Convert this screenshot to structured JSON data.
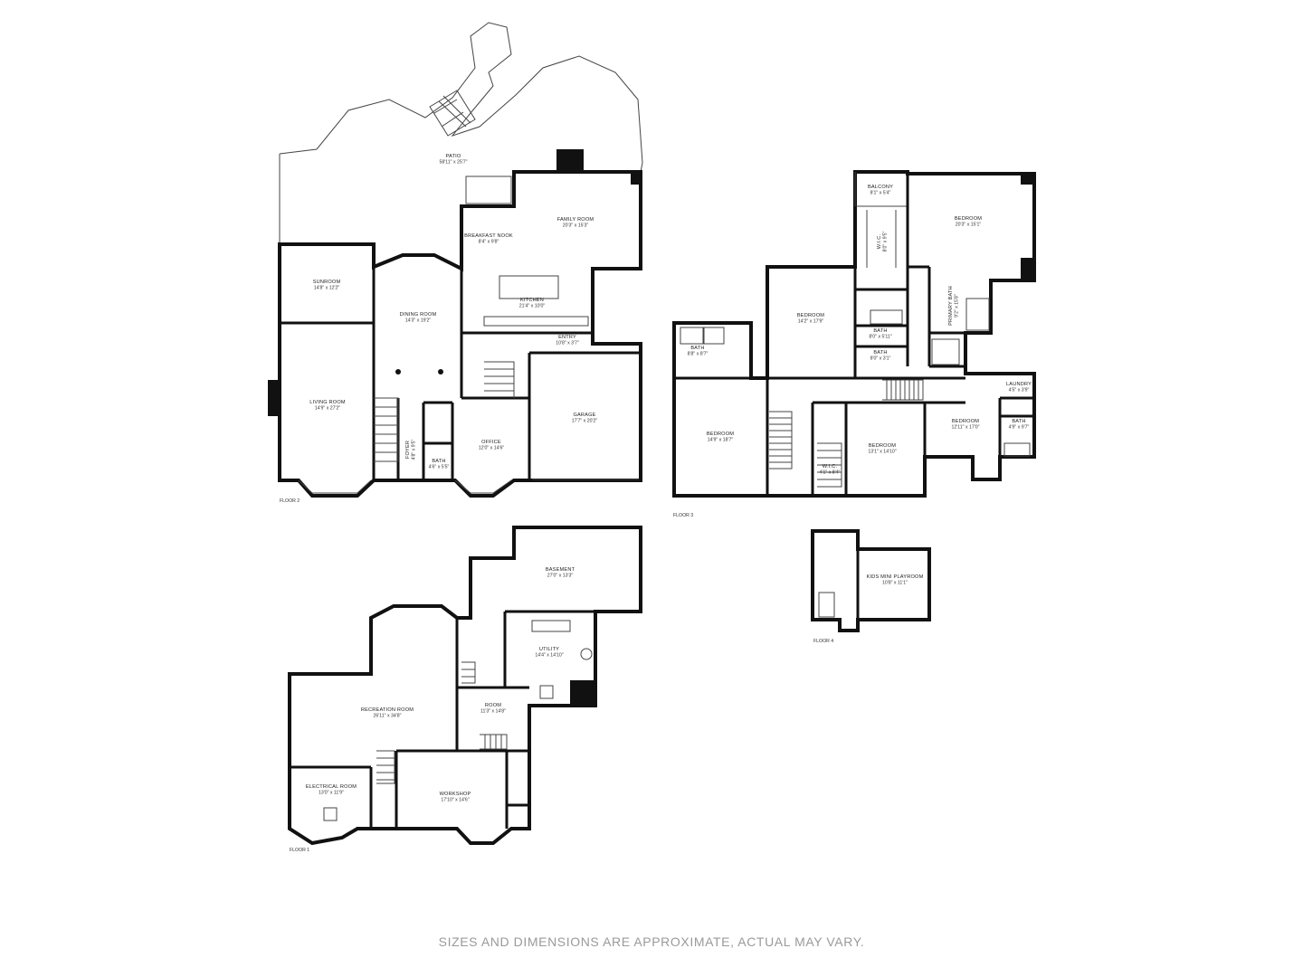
{
  "floors": [
    {
      "label": "FLOOR 2",
      "rooms": [
        {
          "name": "PATIO",
          "dims": "58'11\" x 25'7\""
        },
        {
          "name": "FAMILY ROOM",
          "dims": "20'3\" x 15'3\""
        },
        {
          "name": "BREAKFAST NOOK",
          "dims": "8'4\" x 9'8\""
        },
        {
          "name": "SUNROOM",
          "dims": "14'8\" x 12'2\""
        },
        {
          "name": "DINING ROOM",
          "dims": "14'3\" x 19'2\""
        },
        {
          "name": "KITCHEN",
          "dims": "21'4\" x 10'0\""
        },
        {
          "name": "ENTRY",
          "dims": "10'8\" x 3'7\""
        },
        {
          "name": "LIVING ROOM",
          "dims": "14'9\" x 27'2\""
        },
        {
          "name": "GARAGE",
          "dims": "17'7\" x 20'2\""
        },
        {
          "name": "OFFICE",
          "dims": "12'0\" x 14'6\""
        },
        {
          "name": "FOYER",
          "dims": "4'8\" x 9'5\""
        },
        {
          "name": "BATH",
          "dims": "4'6\" x 5'5\""
        }
      ]
    },
    {
      "label": "FLOOR 3",
      "rooms": [
        {
          "name": "BALCONY",
          "dims": "8'1\" x 5'4\""
        },
        {
          "name": "BEDROOM",
          "dims": "20'3\" x 15'1\""
        },
        {
          "name": "W.I.C.",
          "dims": "8'0\" x 9'5\""
        },
        {
          "name": "BEDROOM",
          "dims": "14'2\" x 17'9\""
        },
        {
          "name": "PRIMARY BATH",
          "dims": "9'2\" x 15'8\""
        },
        {
          "name": "BATH",
          "dims": "8'8\" x 8'7\""
        },
        {
          "name": "BATH",
          "dims": "8'0\" x 5'11\""
        },
        {
          "name": "BATH",
          "dims": "8'0\" x 3'1\""
        },
        {
          "name": "LAUNDRY",
          "dims": "4'5\" x 3'9\""
        },
        {
          "name": "BATH",
          "dims": "4'9\" x 9'7\""
        },
        {
          "name": "BEDROOM",
          "dims": "14'9\" x 18'7\""
        },
        {
          "name": "BEDROOM",
          "dims": "12'11\" x 17'0\""
        },
        {
          "name": "BEDROOM",
          "dims": "13'1\" x 14'10\""
        },
        {
          "name": "W.I.C.",
          "dims": "4'1\" x 8'4\""
        }
      ]
    },
    {
      "label": "FLOOR 4",
      "rooms": [
        {
          "name": "KIDS MINI PLAYROOM",
          "dims": "10'8\" x 11'1\""
        }
      ]
    },
    {
      "label": "FLOOR 1",
      "rooms": [
        {
          "name": "BASEMENT",
          "dims": "27'0\" x 13'3\""
        },
        {
          "name": "UTILITY",
          "dims": "14'4\" x 14'10\""
        },
        {
          "name": "RECREATION ROOM",
          "dims": "26'11\" x 34'8\""
        },
        {
          "name": "ROOM",
          "dims": "11'3\" x 14'8\""
        },
        {
          "name": "ELECTRICAL ROOM",
          "dims": "13'0\" x 11'9\""
        },
        {
          "name": "WORKSHOP",
          "dims": "17'10\" x 14'6\""
        }
      ]
    }
  ],
  "disclaimer": "SIZES AND DIMENSIONS ARE APPROXIMATE, ACTUAL MAY VARY."
}
